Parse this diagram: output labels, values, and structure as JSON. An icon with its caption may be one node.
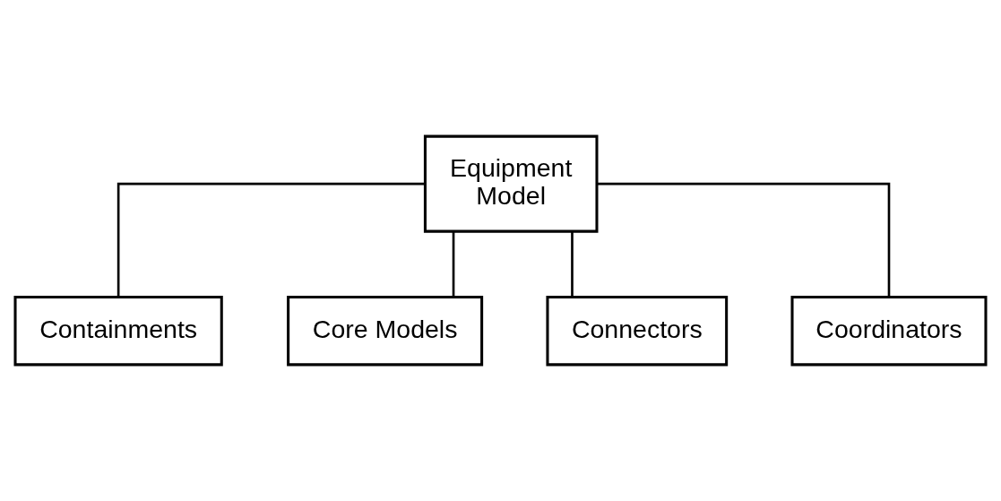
{
  "diagram": {
    "nodes": [
      {
        "text": [
          "Equipment Model"
        ]
      },
      {
        "text": [
          "Containments"
        ]
      },
      {
        "text": [
          "Core Models"
        ]
      },
      {
        "text": [
          "Connectors"
        ]
      },
      {
        "text": [
          "Coordinators"
        ]
      }
    ],
    "edges": [
      {
        "from": 0,
        "to": 1,
        "arrow": "none"
      },
      {
        "from": 0,
        "to": 2,
        "arrow": "none"
      },
      {
        "from": 0,
        "to": 3,
        "arrow": "none"
      },
      {
        "from": 0,
        "to": 4,
        "arrow": "none"
      }
    ]
  }
}
